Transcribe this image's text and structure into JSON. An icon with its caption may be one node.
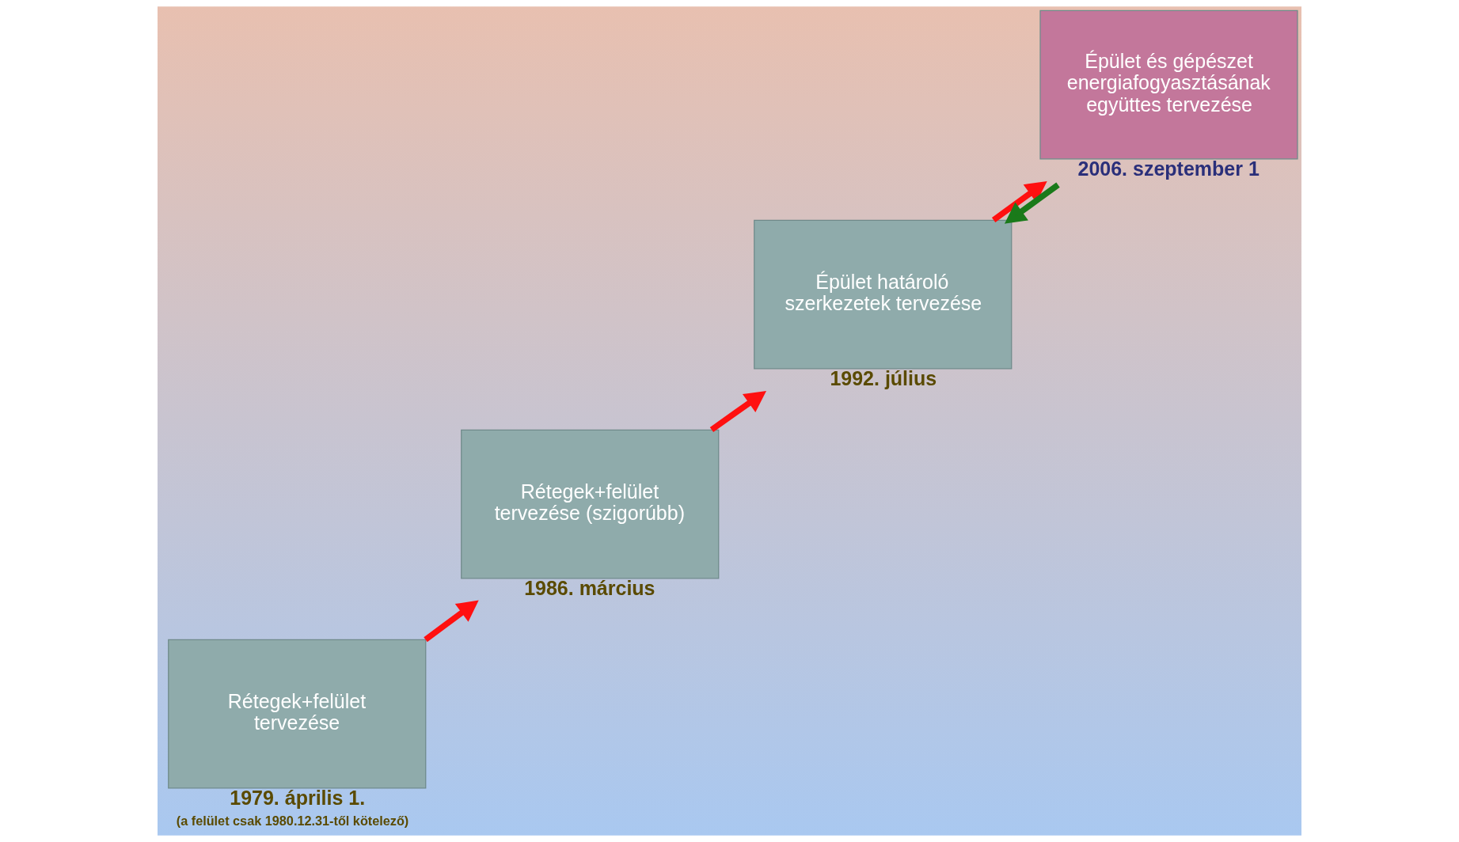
{
  "diagram": {
    "nodes": [
      {
        "text": [
          "Rétegek+felület tervezése"
        ],
        "beside": [
          "1979. április 1.",
          "(a felület csak 1980.12.31-től kötelező)"
        ]
      },
      {
        "text": [
          "Rétegek+felület tervezése (szigorúbb)"
        ],
        "beside": [
          "1986. március"
        ]
      },
      {
        "text": [
          "Épület határoló szerkezetek tervezése"
        ],
        "beside": [
          "1992. július"
        ]
      },
      {
        "text": [
          "Épület és gépészet energiafogyasztásának együttes tervezése"
        ],
        "beside": [
          "2006. szeptember 1"
        ]
      }
    ],
    "edges": [
      {
        "from": 0,
        "to": 1,
        "arrow": "to"
      },
      {
        "from": 1,
        "to": 2,
        "arrow": "to"
      },
      {
        "from": 2,
        "to": 3,
        "arrow": "to"
      },
      {
        "from": 3,
        "to": 2,
        "arrow": "to",
        "color": "#1a7a1a"
      }
    ]
  }
}
